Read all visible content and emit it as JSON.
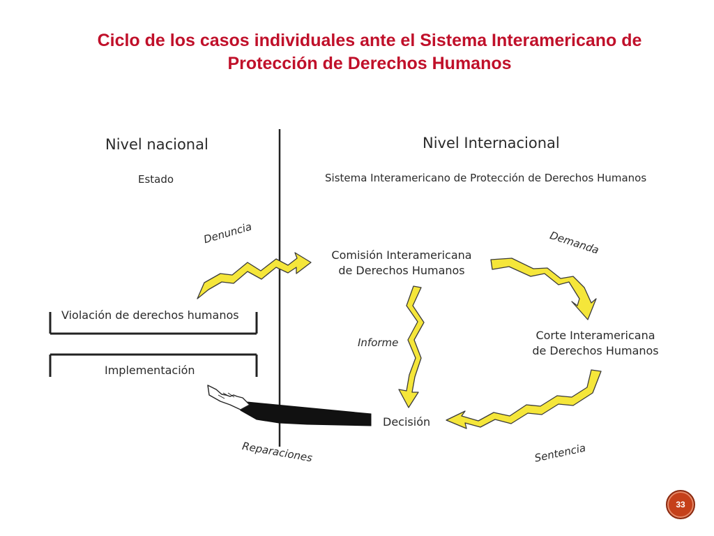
{
  "title": {
    "line1": "Ciclo de los casos individuales ante el Sistema Interamericano de",
    "line2": "Protección de Derechos Humanos"
  },
  "diagram": {
    "nivel_nacional": "Nivel nacional",
    "estado": "Estado",
    "nivel_internacional": "Nivel Internacional",
    "sistema": "Sistema Interamericano de Protección de Derechos Humanos",
    "denuncia": "Denuncia",
    "demanda": "Demanda",
    "comision_line1": "Comisión Interamericana",
    "comision_line2": "de Derechos Humanos",
    "violacion": "Violación de derechos humanos",
    "implementacion": "Implementación",
    "informe": "Informe",
    "corte_line1": "Corte Interamericana",
    "corte_line2": "de Derechos Humanos",
    "decision": "Decisión",
    "reparaciones": "Reparaciones",
    "sentencia": "Sentencia",
    "arrow_color": "#f5e63a",
    "arrow_outline": "#3a3a3a"
  },
  "page_number": "33"
}
